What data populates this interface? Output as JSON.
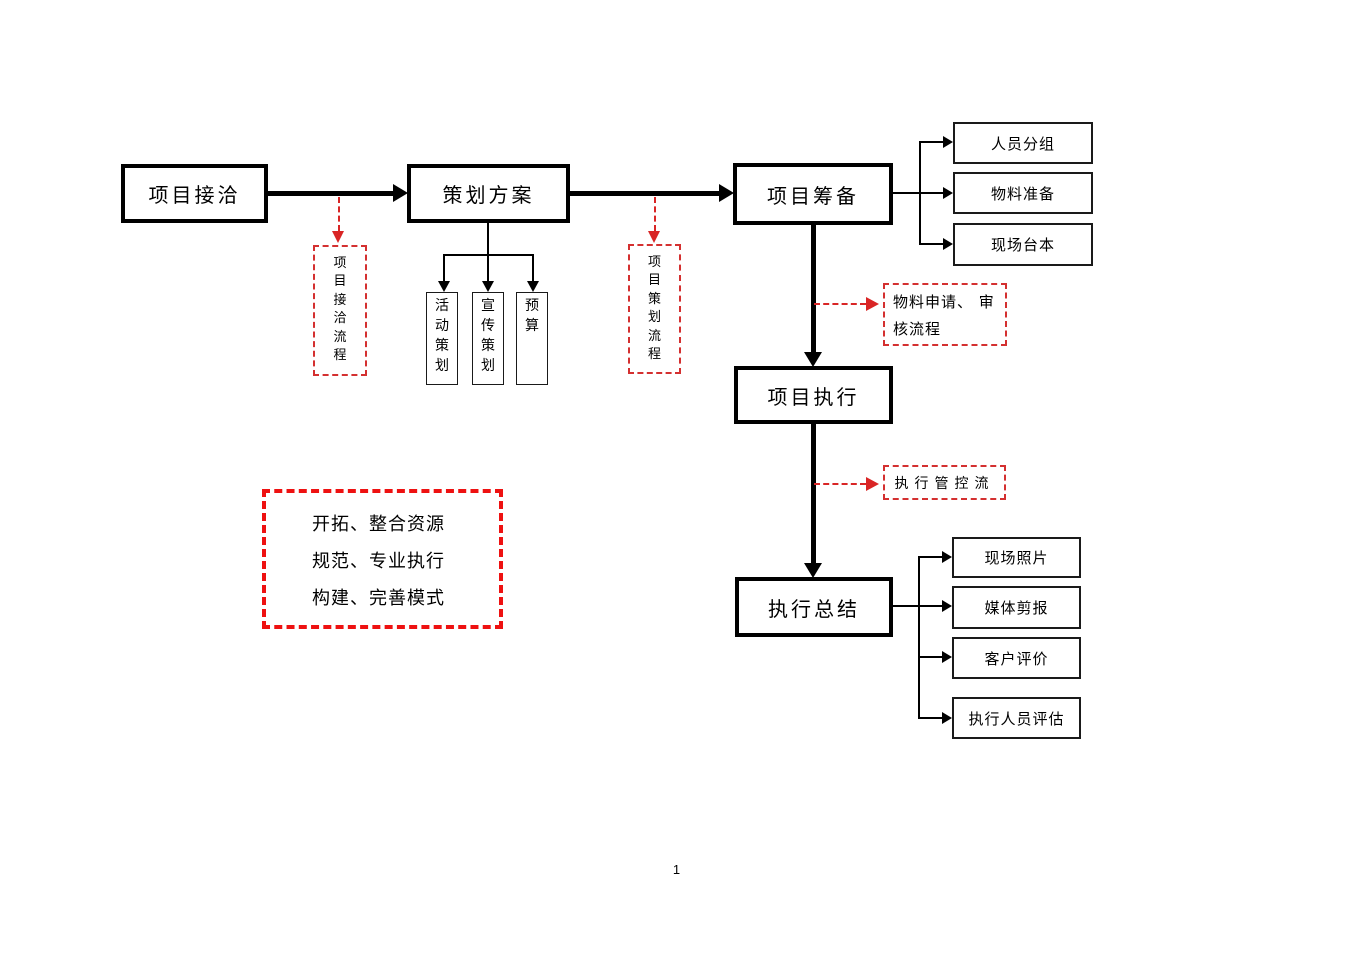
{
  "page": {
    "number": "1"
  },
  "colors": {
    "line_black": "#000000",
    "red_dashed_note": "#d43030",
    "red_dashed_motto": "#ee1111",
    "background": "#ffffff"
  },
  "flow": {
    "main_boxes": [
      {
        "label": "项目接洽"
      },
      {
        "label": "策划方案"
      },
      {
        "label": "项目筹备"
      },
      {
        "label": "项目执行"
      },
      {
        "label": "执行总结"
      }
    ],
    "planning_sub_boxes": [
      {
        "label": "活动策划"
      },
      {
        "label": "宣传策划"
      },
      {
        "label": "预算"
      }
    ],
    "preparation_outputs": [
      {
        "label": "人员分组"
      },
      {
        "label": "物料准备"
      },
      {
        "label": "现场台本"
      }
    ],
    "summary_outputs": [
      {
        "label": "现场照片"
      },
      {
        "label": "媒体剪报"
      },
      {
        "label": "客户评价"
      },
      {
        "label": "执行人员评估"
      }
    ],
    "process_notes": [
      {
        "label": "项目接洽流程"
      },
      {
        "label": "项目策划流程"
      },
      {
        "label": "物料申请、 审核流程"
      },
      {
        "label": "执行管控流"
      }
    ],
    "motto": {
      "lines": [
        {
          "text": "开拓、整合资源"
        },
        {
          "text": "规范、专业执行"
        },
        {
          "text": "构建、完善模式"
        }
      ]
    }
  }
}
